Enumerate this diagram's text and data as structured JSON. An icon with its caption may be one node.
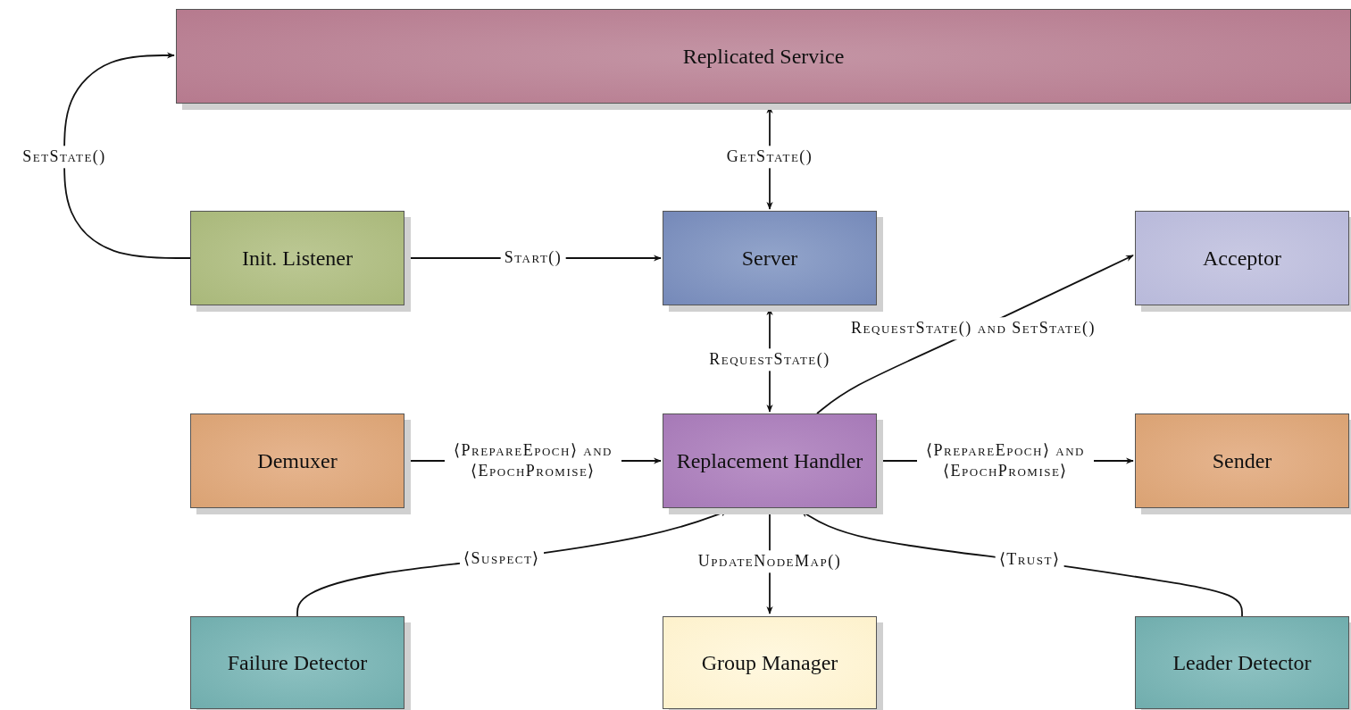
{
  "diagram": {
    "nodes": [
      {
        "text": [
          "Replicated Service"
        ]
      },
      {
        "text": [
          "Init. Listener"
        ]
      },
      {
        "text": [
          "Server"
        ]
      },
      {
        "text": [
          "Acceptor"
        ]
      },
      {
        "text": [
          "Demuxer"
        ]
      },
      {
        "text": [
          "Replacement Handler"
        ]
      },
      {
        "text": [
          "Sender"
        ]
      },
      {
        "text": [
          "Failure Detector"
        ]
      },
      {
        "text": [
          "Group Manager"
        ]
      },
      {
        "text": [
          "Leader Detector"
        ]
      }
    ],
    "edges": [
      {
        "from": 1,
        "to": 0,
        "arrow": "to",
        "label": "SetState()"
      },
      {
        "from": 1,
        "to": 2,
        "arrow": "to",
        "label": "Start()"
      },
      {
        "from": 2,
        "to": 0,
        "arrow": "both",
        "label": "GetState()"
      },
      {
        "from": 5,
        "to": 2,
        "arrow": "both",
        "label": "RequestState()"
      },
      {
        "from": 5,
        "to": 3,
        "arrow": "to",
        "label": "RequestState() and SetState()"
      },
      {
        "from": 4,
        "to": 5,
        "arrow": "to",
        "label": "⟨PrepareEpoch⟩ and ⟨EpochPromise⟩"
      },
      {
        "from": 5,
        "to": 6,
        "arrow": "to",
        "label": "⟨PrepareEpoch⟩ and ⟨EpochPromise⟩"
      },
      {
        "from": 7,
        "to": 5,
        "arrow": "to",
        "label": "⟨Suspect⟩"
      },
      {
        "from": 5,
        "to": 8,
        "arrow": "to",
        "label": "UpdateNodeMap()"
      },
      {
        "from": 9,
        "to": 5,
        "arrow": "to",
        "label": "⟨Trust⟩"
      }
    ]
  }
}
